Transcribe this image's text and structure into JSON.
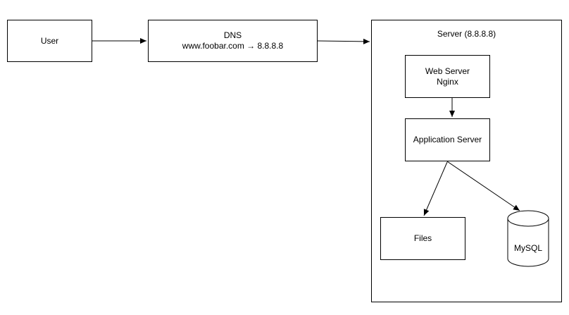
{
  "nodes": {
    "user": {
      "label": "User"
    },
    "dns": {
      "title": "DNS",
      "mapping": "www.foobar.com → 8.8.8.8"
    },
    "server": {
      "title": "Server (8.8.8.8)"
    },
    "web_server": {
      "line1": "Web Server",
      "line2": "Nginx"
    },
    "app_server": {
      "label": "Application Server"
    },
    "files": {
      "label": "Files"
    },
    "mysql": {
      "label": "MySQL"
    }
  },
  "edges": [
    {
      "from": "user",
      "to": "dns"
    },
    {
      "from": "dns",
      "to": "server"
    },
    {
      "from": "web_server",
      "to": "app_server"
    },
    {
      "from": "app_server",
      "to": "files"
    },
    {
      "from": "app_server",
      "to": "mysql"
    }
  ],
  "colors": {
    "stroke": "#000000",
    "fill": "#ffffff",
    "text": "#000000"
  }
}
